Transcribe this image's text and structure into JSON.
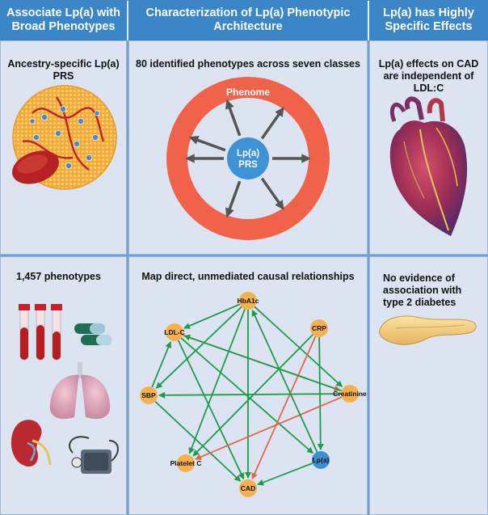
{
  "headers": {
    "col1": "Associate Lp(a) with Broad Phenotypes",
    "col2": "Characterization of Lp(a) Phenotypic Architecture",
    "col3": "Lp(a) has Highly Specific Effects"
  },
  "top": {
    "col1_title": "Ancestry-specific Lp(a) PRS",
    "col2_title": "80 identified phenotypes across seven classes",
    "col3_title": "Lp(a) effects on CAD are independent of LDL:C",
    "ring_label": "Phenome",
    "center_label_line1": "Lp(a)",
    "center_label_line2": "PRS"
  },
  "bottom": {
    "col1_title": "1,457 phenotypes",
    "col2_title": "Map direct, unmediated causal relationships",
    "col3_title": "No evidence of association with type 2 diabetes"
  },
  "network": {
    "nodes": [
      {
        "id": "hba1c",
        "label": "HbA1c"
      },
      {
        "id": "ldlc",
        "label": "LDL-C"
      },
      {
        "id": "crp",
        "label": "CRP"
      },
      {
        "id": "sbp",
        "label": "SBP"
      },
      {
        "id": "creatinine",
        "label": "Creatinine"
      },
      {
        "id": "platelet",
        "label": "Platelet C"
      },
      {
        "id": "lpa",
        "label": "Lp(a)"
      },
      {
        "id": "cad",
        "label": "CAD"
      }
    ],
    "colors": {
      "node": "#f6b04e",
      "lpa_node": "#3d8fd4",
      "green_edge": "#1f9c4a",
      "red_edge": "#e5654a"
    }
  },
  "colors": {
    "header_bg": "#3b86c6",
    "ring": "#f0634a",
    "center_circle": "#3d93d6"
  }
}
